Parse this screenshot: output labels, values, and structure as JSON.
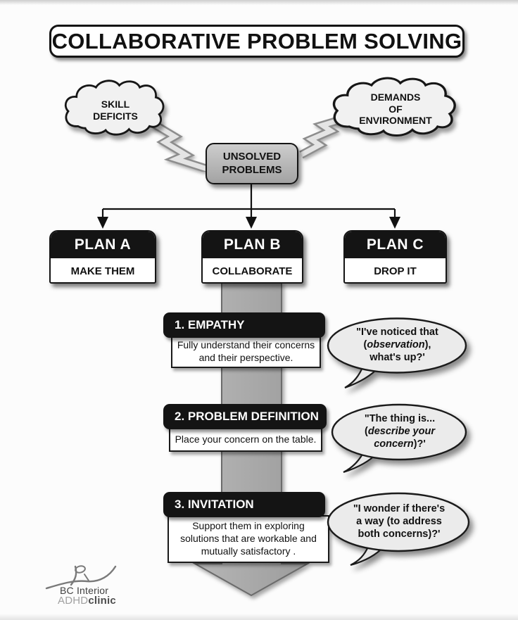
{
  "title": "COLLABORATIVE PROBLEM SOLVING",
  "clouds": {
    "left": {
      "lines": [
        "SKILL",
        "DEFICITS"
      ]
    },
    "right": {
      "lines": [
        "DEMANDS",
        "OF",
        "ENVIRONMENT"
      ]
    }
  },
  "unsolved": {
    "lines": [
      "UNSOLVED",
      "PROBLEMS"
    ]
  },
  "plans": [
    {
      "name": "PLAN A",
      "action": "MAKE THEM"
    },
    {
      "name": "PLAN B",
      "action": "COLLABORATE"
    },
    {
      "name": "PLAN C",
      "action": "DROP IT"
    }
  ],
  "steps": [
    {
      "header": "1. EMPATHY",
      "body": [
        "Fully understand their concerns",
        "and their perspective."
      ],
      "bubble": [
        [
          {
            "t": "\"I've noticed that"
          }
        ],
        [
          {
            "t": "("
          },
          {
            "t": "observation",
            "i": true
          },
          {
            "t": "),"
          }
        ],
        [
          {
            "t": "what's up?'"
          }
        ]
      ]
    },
    {
      "header": "2. PROBLEM DEFINITION",
      "body": [
        "Place your concern on the table."
      ],
      "bubble": [
        [
          {
            "t": "\"The thing is..."
          }
        ],
        [
          {
            "t": "("
          },
          {
            "t": "describe your",
            "i": true
          }
        ],
        [
          {
            "t": "concern",
            "i": true
          },
          {
            "t": ")?'"
          }
        ]
      ]
    },
    {
      "header": "3. INVITATION",
      "body": [
        "Support them in exploring",
        "solutions that are workable and",
        "mutually satisfactory ."
      ],
      "bubble": [
        [
          {
            "t": "\"I wonder if there's"
          }
        ],
        [
          {
            "t": "a way (to address"
          }
        ],
        [
          {
            "t": "both concerns)?'"
          }
        ]
      ]
    }
  ],
  "logo": {
    "name_line": "BC Interior",
    "brand_light": "ADHD",
    "brand_dark": "clinic"
  },
  "colors": {
    "ink": "#111111",
    "header_black": "#141414",
    "unsolved_gray": "#b8b8b8",
    "bubble_fill": "#e9e9e9",
    "cloud_fill": "#f1f1f1",
    "arrow_gray": "#a9a9a9",
    "paper": "#fcfcfc"
  }
}
